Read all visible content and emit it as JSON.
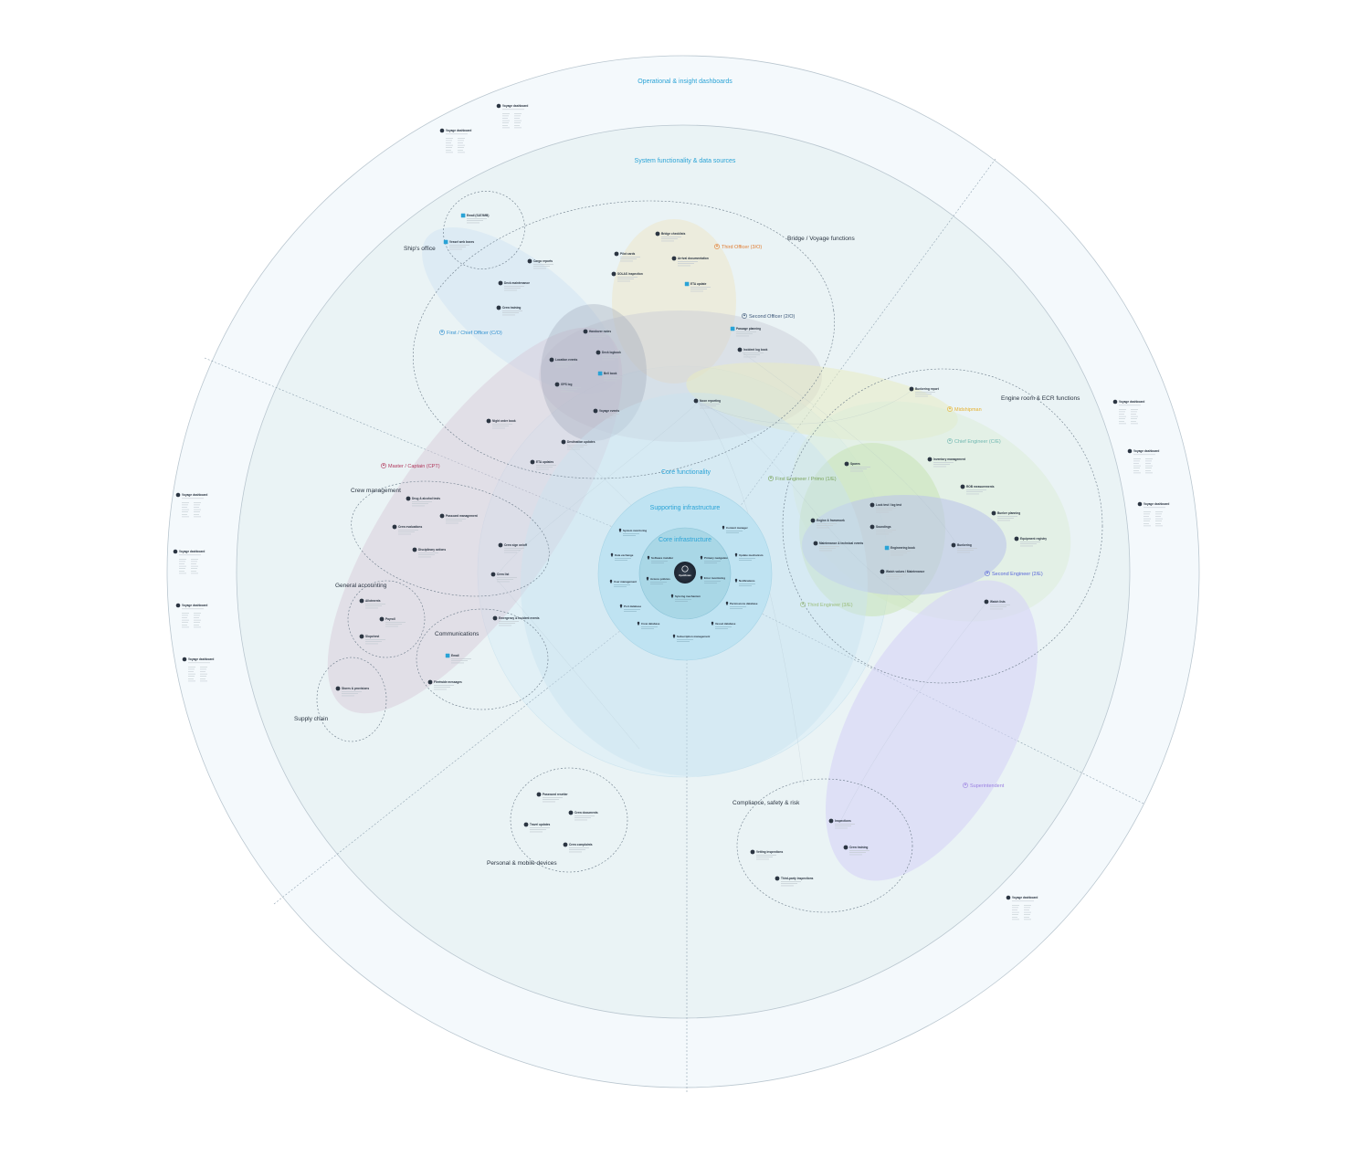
{
  "rings": {
    "outer": "Operational & insight dashboards",
    "system": "System functionality & data sources",
    "core_functionality": "Core functionality",
    "supporting": "Supporting infrastructure",
    "core_infra": "Core infrastructure",
    "hub_logo": "OpenOcean"
  },
  "groups": [
    {
      "id": "ships-office",
      "label": "Ship's office"
    },
    {
      "id": "bridge",
      "label": "Bridge / Voyage functions"
    },
    {
      "id": "engine",
      "label": "Engine room & ECR functions"
    },
    {
      "id": "crew",
      "label": "Crew management"
    },
    {
      "id": "accounting",
      "label": "General accounting"
    },
    {
      "id": "communications",
      "label": "Communications"
    },
    {
      "id": "supply",
      "label": "Supply chain"
    },
    {
      "id": "compliance",
      "label": "Compliance, safety & risk"
    },
    {
      "id": "personal",
      "label": "Personal & mobile devices"
    }
  ],
  "roles": [
    {
      "label": "Third Officer (3/O)",
      "color": "#e07a2e"
    },
    {
      "label": "Second Officer (2/O)",
      "color": "#3b5577"
    },
    {
      "label": "First / Chief Officer (C/O)",
      "color": "#2f8fcf"
    },
    {
      "label": "Master / Captain (CPT)",
      "color": "#b0355a"
    },
    {
      "label": "Midshipman",
      "color": "#e6b02c"
    },
    {
      "label": "Chief Engineer (C/E)",
      "color": "#6fb7b0"
    },
    {
      "label": "First Engineer / Primo (1/E)",
      "color": "#7aa35a"
    },
    {
      "label": "Second Engineer (2/E)",
      "color": "#5866d9"
    },
    {
      "label": "Third Engineer (3/E)",
      "color": "#9bbd7a"
    },
    {
      "label": "Superintendent",
      "color": "#9a7fe0"
    }
  ],
  "dashboards": [
    {
      "title": "Voyage dashboard"
    },
    {
      "title": "Voyage dashboard"
    },
    {
      "title": "Voyage dashboard"
    },
    {
      "title": "Voyage dashboard"
    },
    {
      "title": "Voyage dashboard"
    },
    {
      "title": "Voyage dashboard"
    },
    {
      "title": "Voyage dashboard"
    },
    {
      "title": "Voyage dashboard"
    },
    {
      "title": "Voyage dashboard"
    },
    {
      "title": "Voyage dashboard"
    },
    {
      "title": "Voyage dashboard"
    }
  ],
  "nodes": [
    {
      "label": "Bridge checklists"
    },
    {
      "label": "Pilot cards"
    },
    {
      "label": "Arrival documentation"
    },
    {
      "label": "Cargo reports"
    },
    {
      "label": "SOLAS inspection"
    },
    {
      "label": "ETA update"
    },
    {
      "label": "Deck maintenance"
    },
    {
      "label": "Crew training"
    },
    {
      "label": "Handover notes"
    },
    {
      "label": "Passage planning"
    },
    {
      "label": "Incident log book"
    },
    {
      "label": "Location events"
    },
    {
      "label": "Deck logbook"
    },
    {
      "label": "Bell book"
    },
    {
      "label": "GPS log"
    },
    {
      "label": "Noon reporting"
    },
    {
      "label": "Voyage events"
    },
    {
      "label": "Night order book"
    },
    {
      "label": "Destination updates"
    },
    {
      "label": "ETA updates"
    },
    {
      "label": "Bunkering report"
    },
    {
      "label": "Inventory management"
    },
    {
      "label": "Spares"
    },
    {
      "label": "ROB measurements"
    },
    {
      "label": "Lock test / log test"
    },
    {
      "label": "Engine & framework"
    },
    {
      "label": "Soundings"
    },
    {
      "label": "Bunker planning"
    },
    {
      "label": "Maintenance & technical events"
    },
    {
      "label": "Engineering book"
    },
    {
      "label": "Bunkering"
    },
    {
      "label": "Equipment registry"
    },
    {
      "label": "Watch values / Maintenance"
    },
    {
      "label": "Watch lists"
    },
    {
      "label": "Drug & alcohol tests"
    },
    {
      "label": "Passcard management"
    },
    {
      "label": "Crew evaluations"
    },
    {
      "label": "Disciplinary actions"
    },
    {
      "label": "Crew sign on/off"
    },
    {
      "label": "Crew list"
    },
    {
      "label": "Allotments"
    },
    {
      "label": "Payroll"
    },
    {
      "label": "Slopchest"
    },
    {
      "label": "Emergency & incident events"
    },
    {
      "label": "Email"
    },
    {
      "label": "Fleetwide messages"
    },
    {
      "label": "Stores & provisions"
    },
    {
      "label": "Password resetter"
    },
    {
      "label": "Crew documents"
    },
    {
      "label": "Travel updates"
    },
    {
      "label": "Crew complaints"
    },
    {
      "label": "Inspections"
    },
    {
      "label": "Crew training"
    },
    {
      "label": "Vetting inspections"
    },
    {
      "label": "Third-party inspections"
    },
    {
      "label": "Email (SAT/IMB)"
    },
    {
      "label": "Vessel web boxes"
    }
  ],
  "infra": [
    {
      "label": "System monitoring"
    },
    {
      "label": "Content manager"
    },
    {
      "label": "Data exchange"
    },
    {
      "label": "Software installer"
    },
    {
      "label": "Primary navigation"
    },
    {
      "label": "Update mechanism"
    },
    {
      "label": "User management"
    },
    {
      "label": "Access policies"
    },
    {
      "label": "Error monitoring"
    },
    {
      "label": "Notifications"
    },
    {
      "label": "Syncing mechanism"
    },
    {
      "label": "Port database"
    },
    {
      "label": "Permissions database"
    },
    {
      "label": "Crew database"
    },
    {
      "label": "Vessel database"
    },
    {
      "label": "Subscription management"
    }
  ]
}
